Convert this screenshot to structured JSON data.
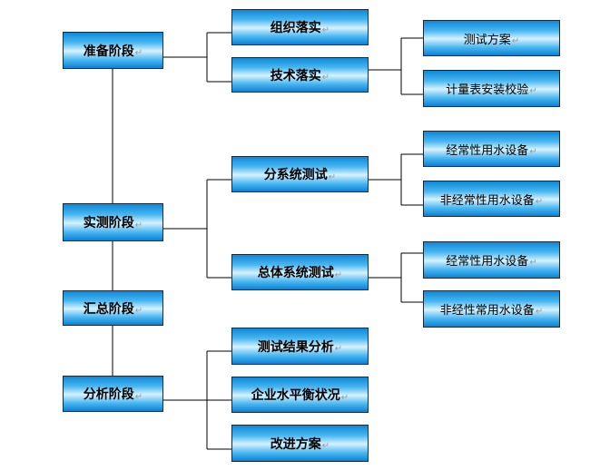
{
  "colors": {
    "box_top": "#0d88d8",
    "box_mid": "#d6f2ff",
    "connector": "#000000",
    "return_mark": "#9a9a9a"
  },
  "return_mark": "↵",
  "stages": [
    {
      "label": "准备阶段"
    },
    {
      "label": "实测阶段"
    },
    {
      "label": "汇总阶段"
    },
    {
      "label": "分析阶段"
    }
  ],
  "middle": [
    {
      "label": "组织落实"
    },
    {
      "label": "技术落实"
    },
    {
      "label": "分系统测试"
    },
    {
      "label": "总体系统测试"
    },
    {
      "label": "测试结果分析"
    },
    {
      "label": "企业水平衡状况"
    },
    {
      "label": "改进方案"
    }
  ],
  "leaves": [
    {
      "label": "测试方案"
    },
    {
      "label": "计量表安装校验"
    },
    {
      "label": "经常性用水设备"
    },
    {
      "label": "非经常性用水设备"
    },
    {
      "label": "经常性用水设备"
    },
    {
      "label": "非经性常用水设备"
    }
  ]
}
